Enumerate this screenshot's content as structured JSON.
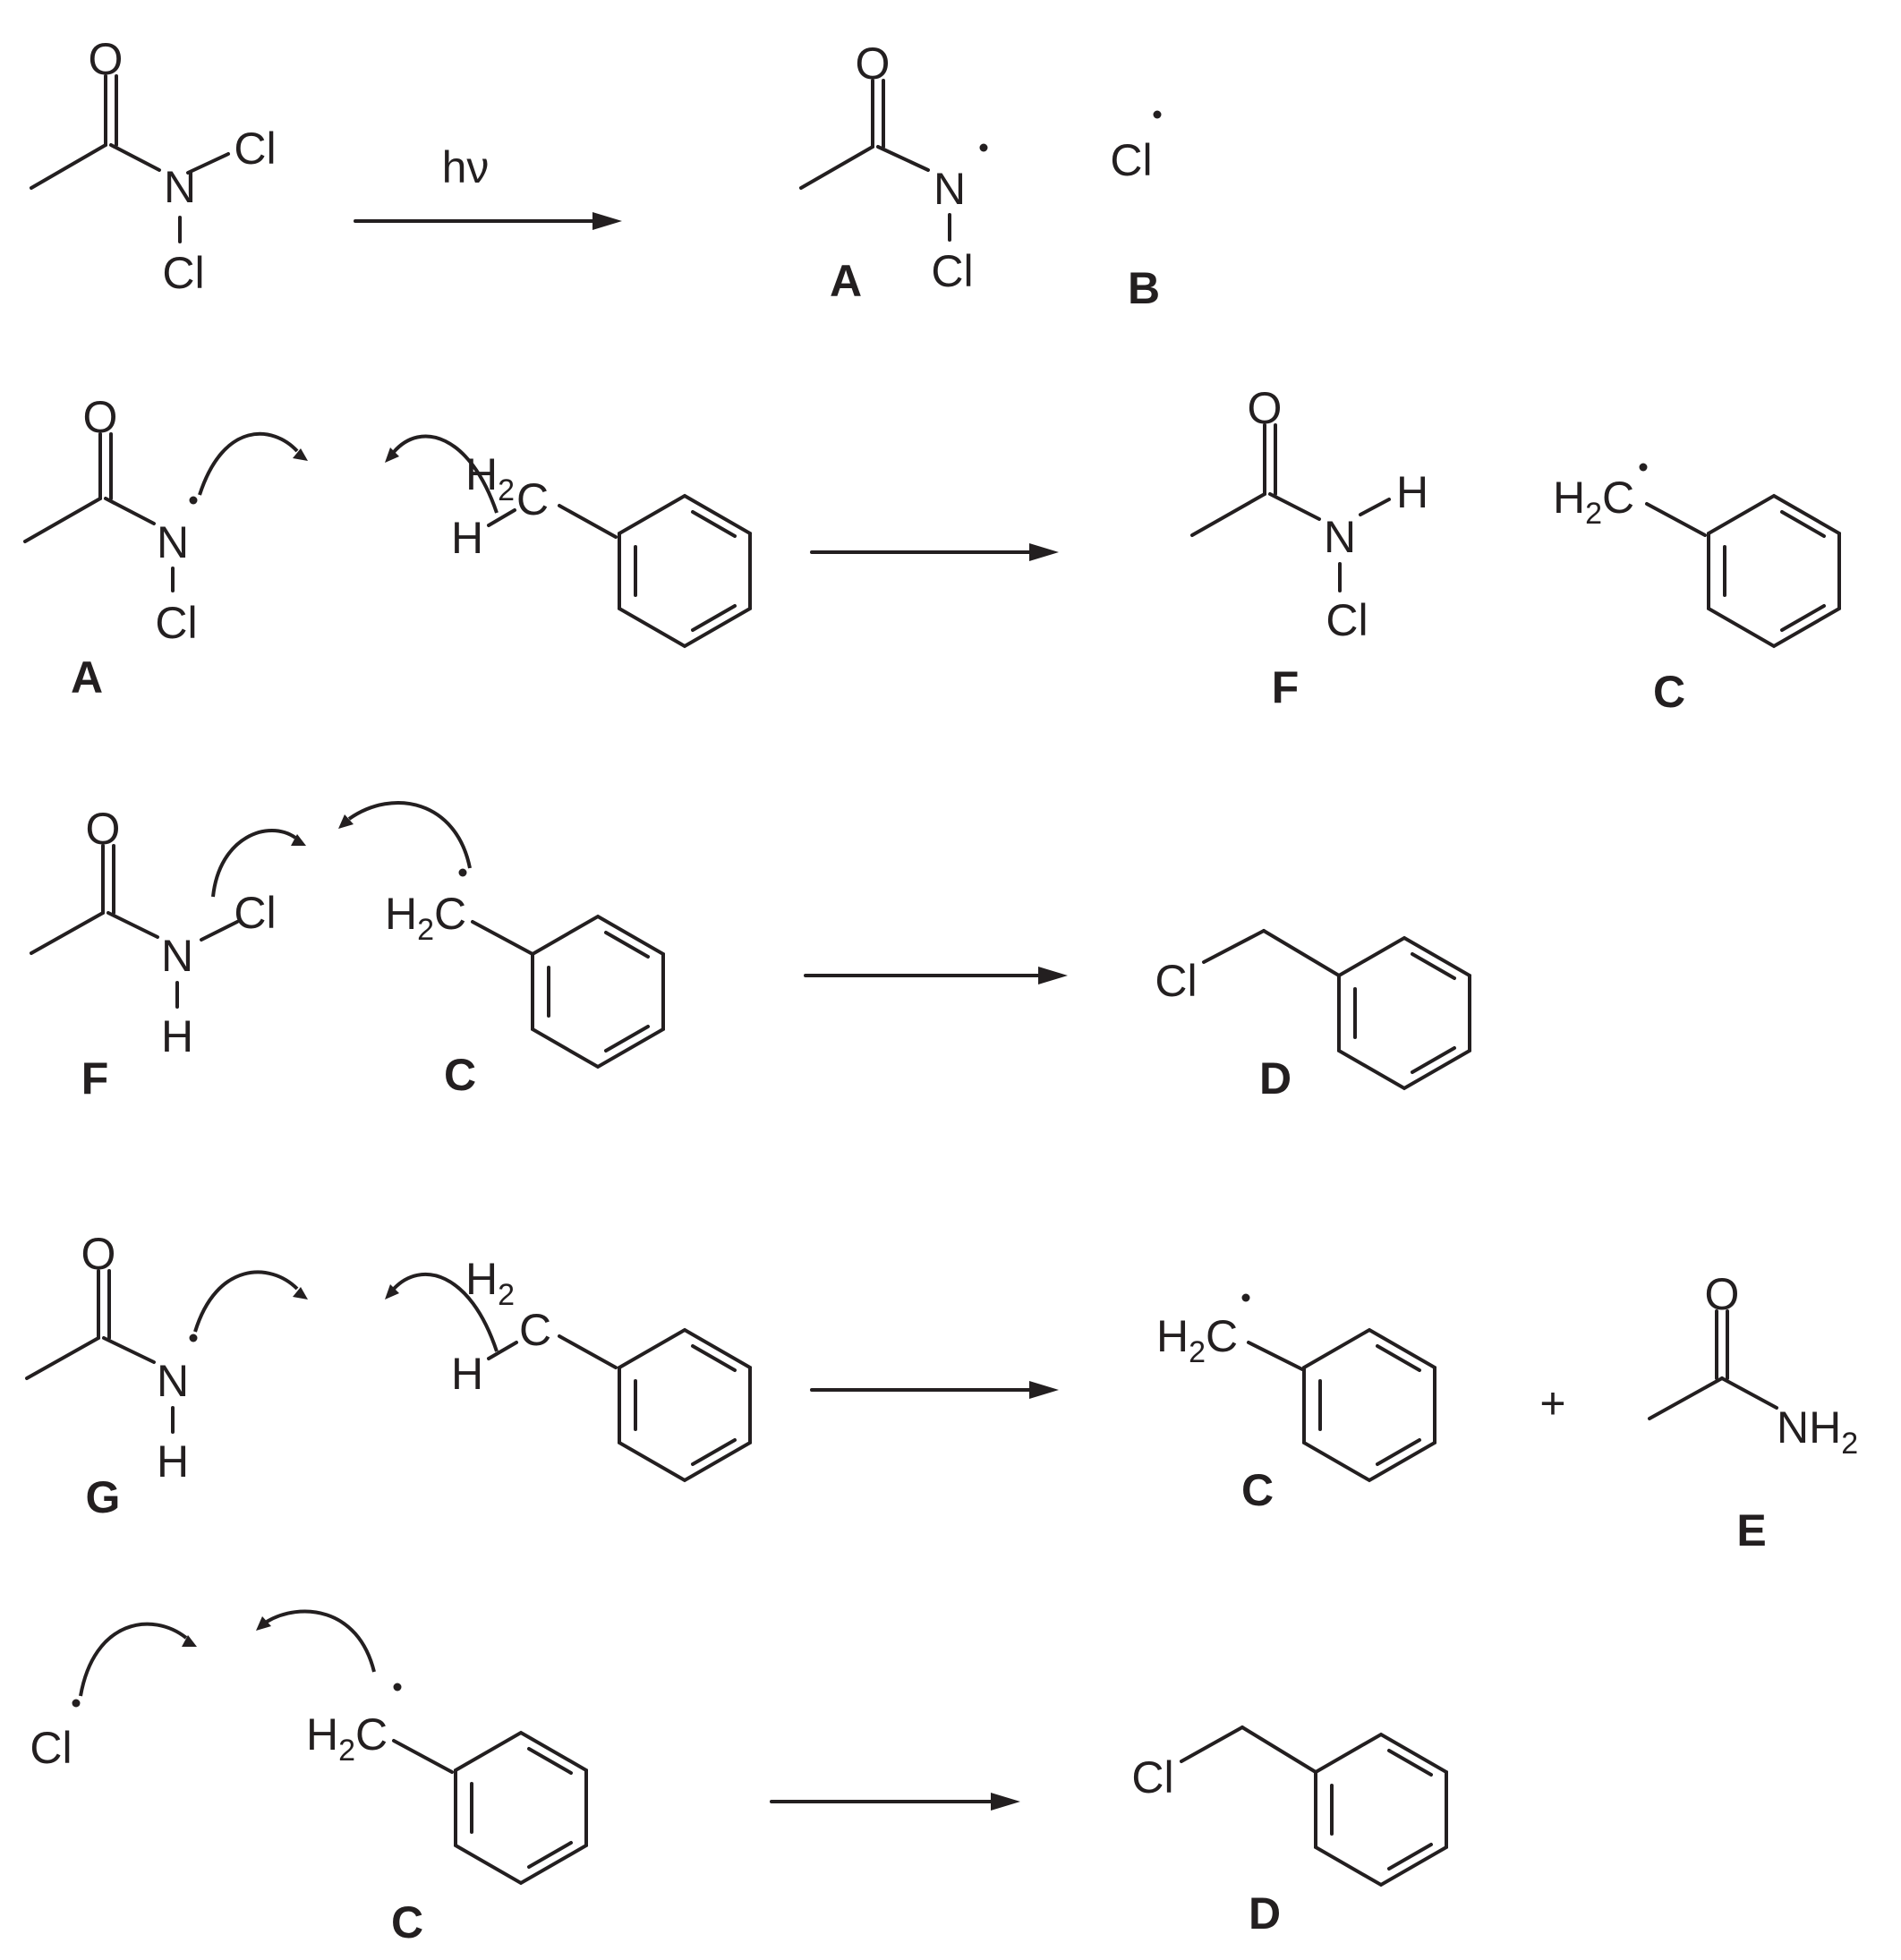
{
  "atoms": {
    "O": "O",
    "N": "N",
    "Cl": "Cl",
    "H": "H",
    "C": "C",
    "NH": "NH",
    "H2_H": "H",
    "H2_sub": "2"
  },
  "conditions": {
    "light": "hν"
  },
  "operators": {
    "plus": "+"
  },
  "compounds": {
    "A": "A",
    "B": "B",
    "C": "C",
    "D": "D",
    "E": "E",
    "F": "F",
    "G": "G"
  },
  "steps": [
    {
      "reactants": [
        "N,N-dichloroacetamide"
      ],
      "condition": "hν",
      "products": [
        "A",
        "B"
      ]
    },
    {
      "reactants": [
        "A",
        "toluene"
      ],
      "products": [
        "F",
        "C"
      ]
    },
    {
      "reactants": [
        "F",
        "C"
      ],
      "products": [
        "D"
      ]
    },
    {
      "reactants": [
        "G",
        "toluene"
      ],
      "products": [
        "C",
        "E"
      ]
    },
    {
      "reactants": [
        "B",
        "C"
      ],
      "products": [
        "D"
      ]
    }
  ]
}
